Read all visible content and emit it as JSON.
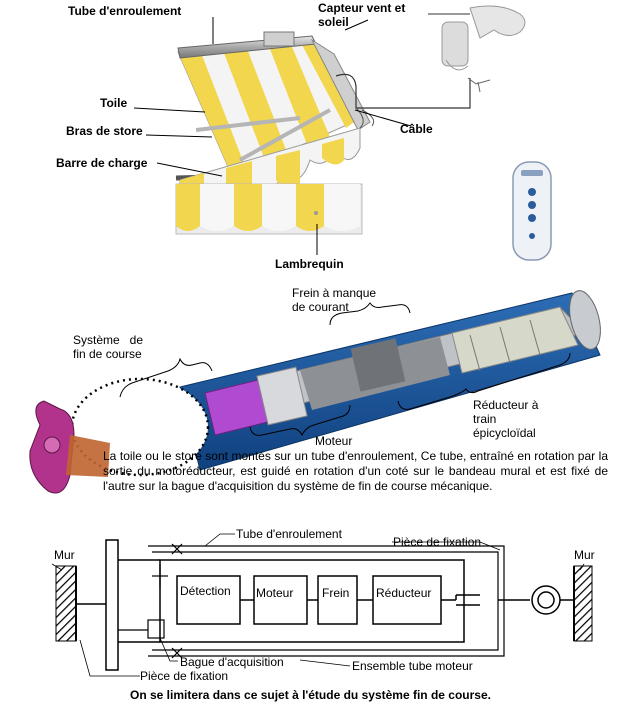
{
  "awning": {
    "tube": "Tube d'enroulement",
    "sensor_line1": "Capteur vent et",
    "sensor_line2": "soleil",
    "toile": "Toile",
    "bras": "Bras de store",
    "cable": "Câble",
    "barre": "Barre de charge",
    "lambrequin": "Lambrequin"
  },
  "motor": {
    "frein_line1": "Frein à manque",
    "frein_line2": "de courant",
    "fin_line1": "Système   de",
    "fin_line2": "fin de course",
    "reducteur_line1": "Réducteur à",
    "reducteur_line2": "train",
    "reducteur_line3": "épicycloïdal",
    "moteur": "Moteur"
  },
  "paragraph": "La toile ou le store sont montés sur un tube d'enroulement, Ce tube, entraîné en rotation par la sortie du motoréducteur, est guidé en rotation d'un coté sur le bandeau mural et est fixé de l'autre sur la bague d'acquisition du système de fin de course mécanique.",
  "schema": {
    "tube": "Tube d'enroulement",
    "piece_fixation_top": "Pièce de fixation",
    "mur_left": "Mur",
    "mur_right": "Mur",
    "detection": "Détection",
    "moteur": "Moteur",
    "frein": "Frein",
    "reducteur": "Réducteur",
    "bague": "Bague d'acquisition",
    "piece_fixation_bottom": "Pièce de fixation",
    "ensemble": "Ensemble tube moteur"
  },
  "footer": "On se limitera dans ce sujet à l'étude du système fin de course."
}
